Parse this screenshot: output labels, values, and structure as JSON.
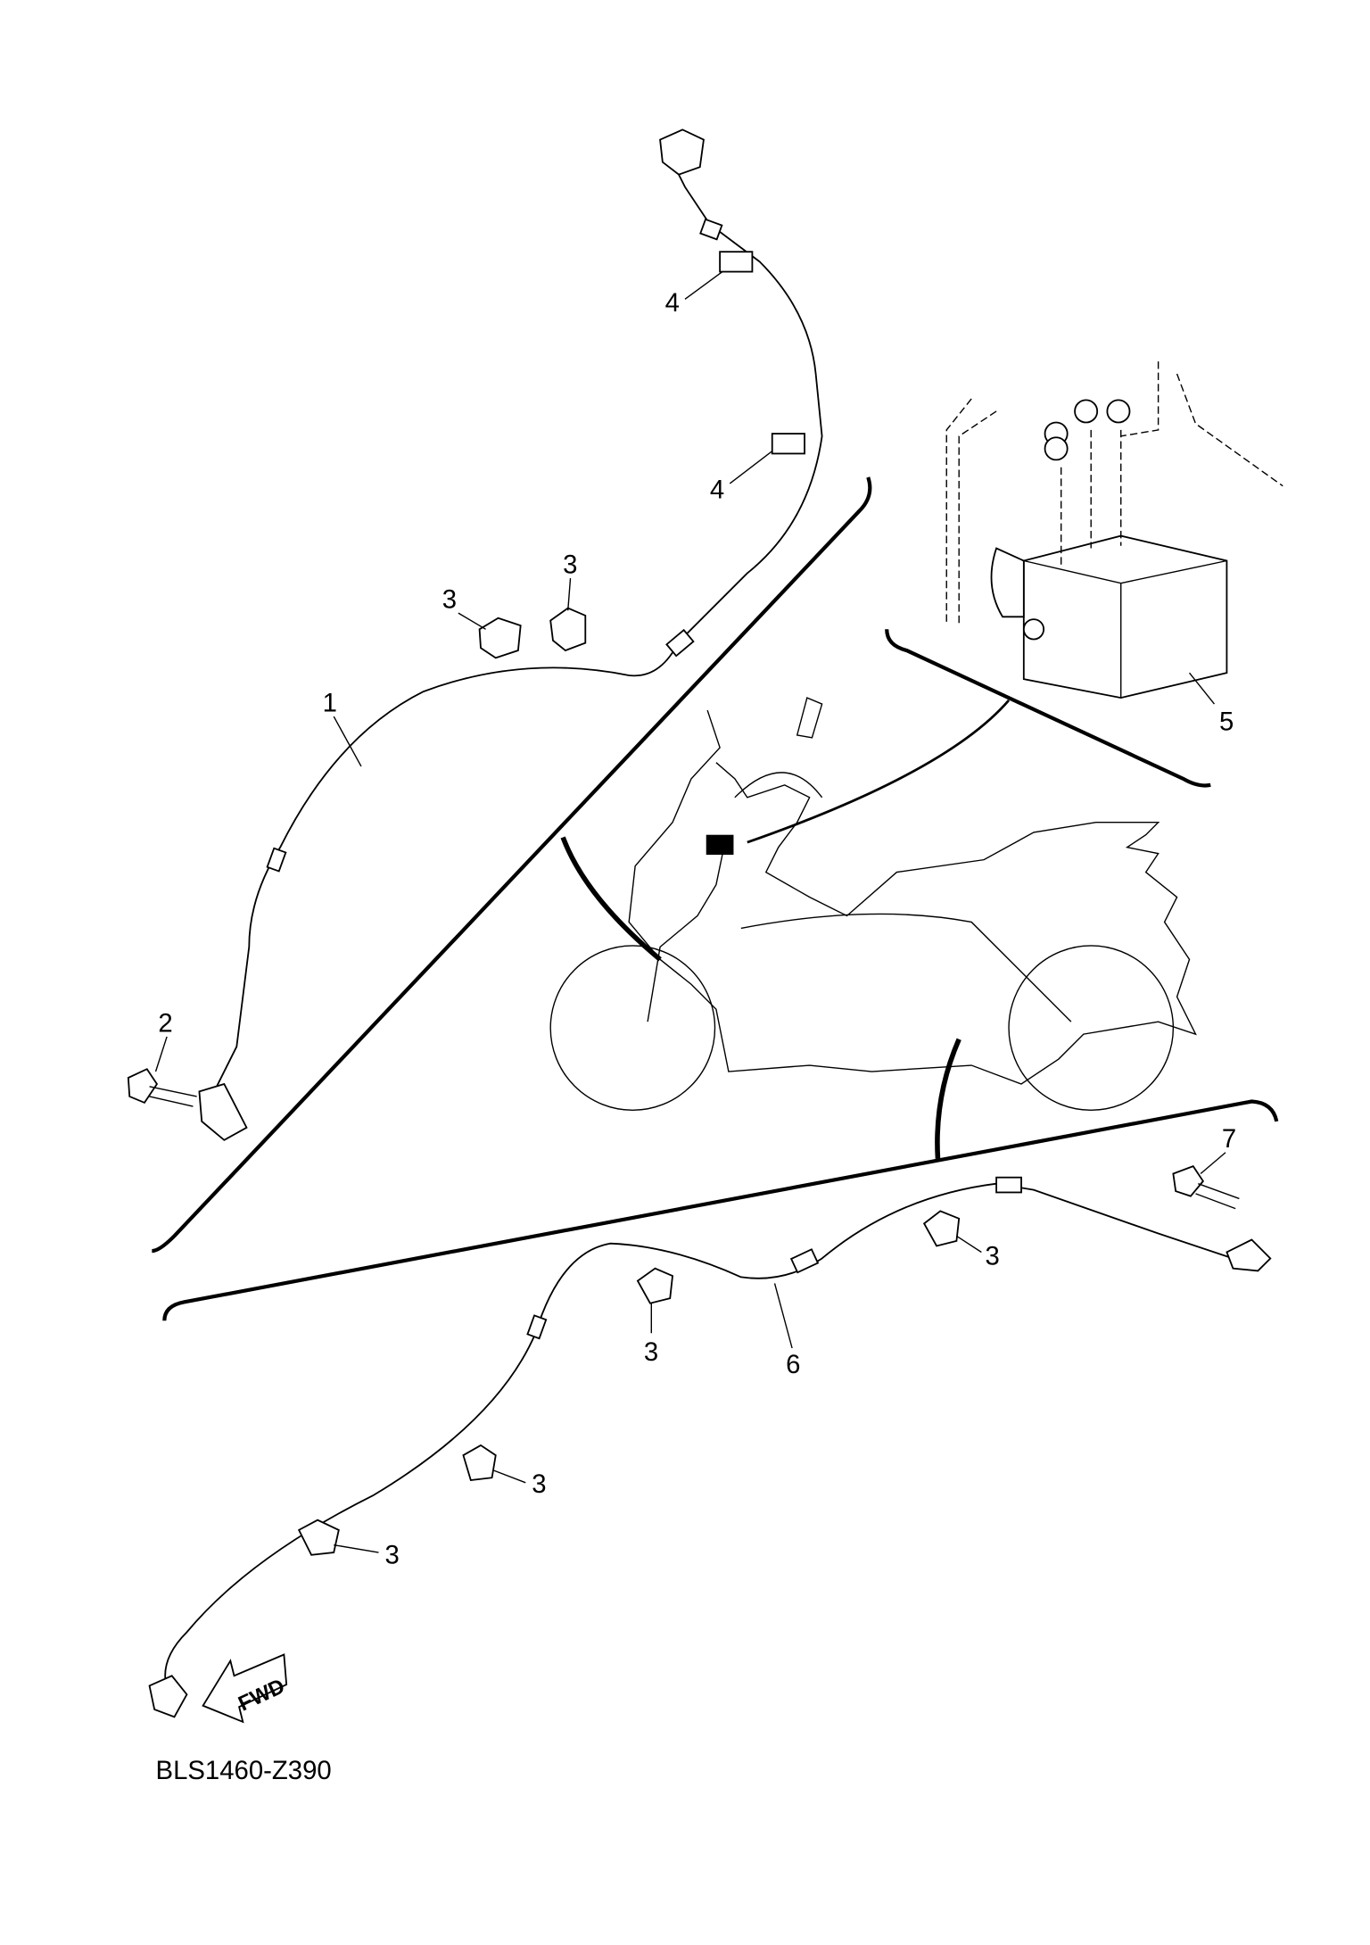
{
  "diagram": {
    "code": "BLS1460-Z390",
    "direction_arrow": "FWD",
    "callouts": {
      "wire_front": "1",
      "bolt_front": "2",
      "clamp": "3",
      "holder": "4",
      "abs_unit": "5",
      "wire_rear": "6",
      "bolt_rear": "7"
    }
  }
}
